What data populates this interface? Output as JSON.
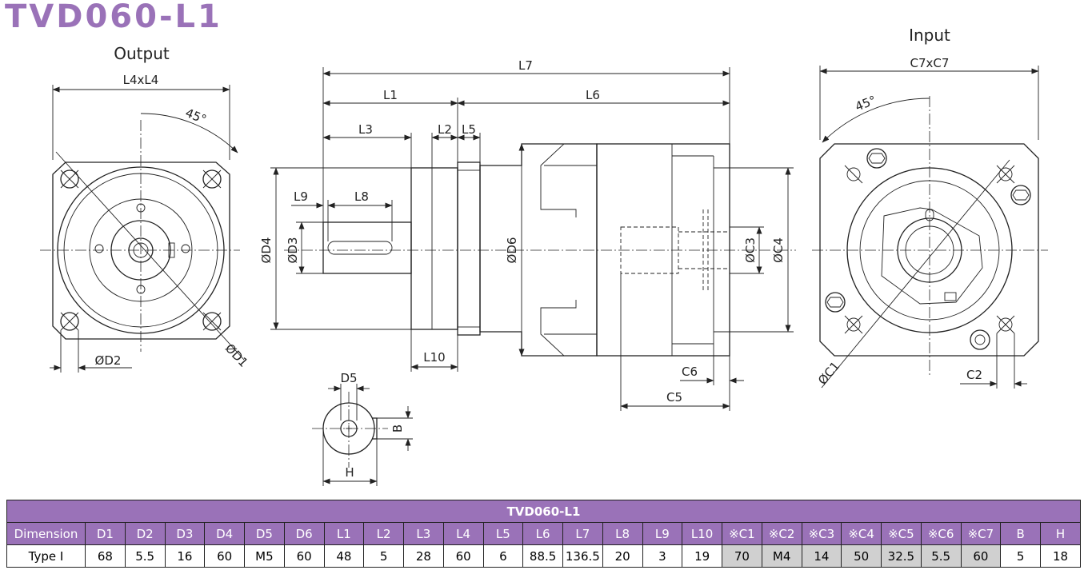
{
  "title": "TVD060-L1",
  "views": {
    "output": "Output",
    "input": "Input"
  },
  "dims": {
    "l4xl4": "L4xL4",
    "angle_out": "45°",
    "d1": "ØD1",
    "d2": "ØD2",
    "l7": "L7",
    "l1": "L1",
    "l6": "L6",
    "l3": "L3",
    "l2": "L2",
    "l5": "L5",
    "l9": "L9",
    "l8": "L8",
    "d4": "ØD4",
    "d3": "ØD3",
    "d6": "ØD6",
    "c3": "ØC3",
    "c4": "ØC4",
    "l10": "L10",
    "c6": "C6",
    "c5": "C5",
    "d5": "D5",
    "b": "B",
    "h": "H",
    "c7xc7": "C7xC7",
    "angle_in": "45°",
    "c1": "ØC1",
    "c2": "C2"
  },
  "table": {
    "title": "TVD060-L1",
    "headers": [
      "Dimension",
      "D1",
      "D2",
      "D3",
      "D4",
      "D5",
      "D6",
      "L1",
      "L2",
      "L3",
      "L4",
      "L5",
      "L6",
      "L7",
      "L8",
      "L9",
      "L10",
      "※C1",
      "※C2",
      "※C3",
      "※C4",
      "※C5",
      "※C6",
      "※C7",
      "B",
      "H"
    ],
    "rows": [
      {
        "cells": [
          "Type I",
          "68",
          "5.5",
          "16",
          "60",
          "M5",
          "60",
          "48",
          "5",
          "28",
          "60",
          "6",
          "88.5",
          "136.5",
          "20",
          "3",
          "19",
          "70",
          "M4",
          "14",
          "50",
          "32.5",
          "5.5",
          "60",
          "5",
          "18"
        ]
      }
    ]
  }
}
